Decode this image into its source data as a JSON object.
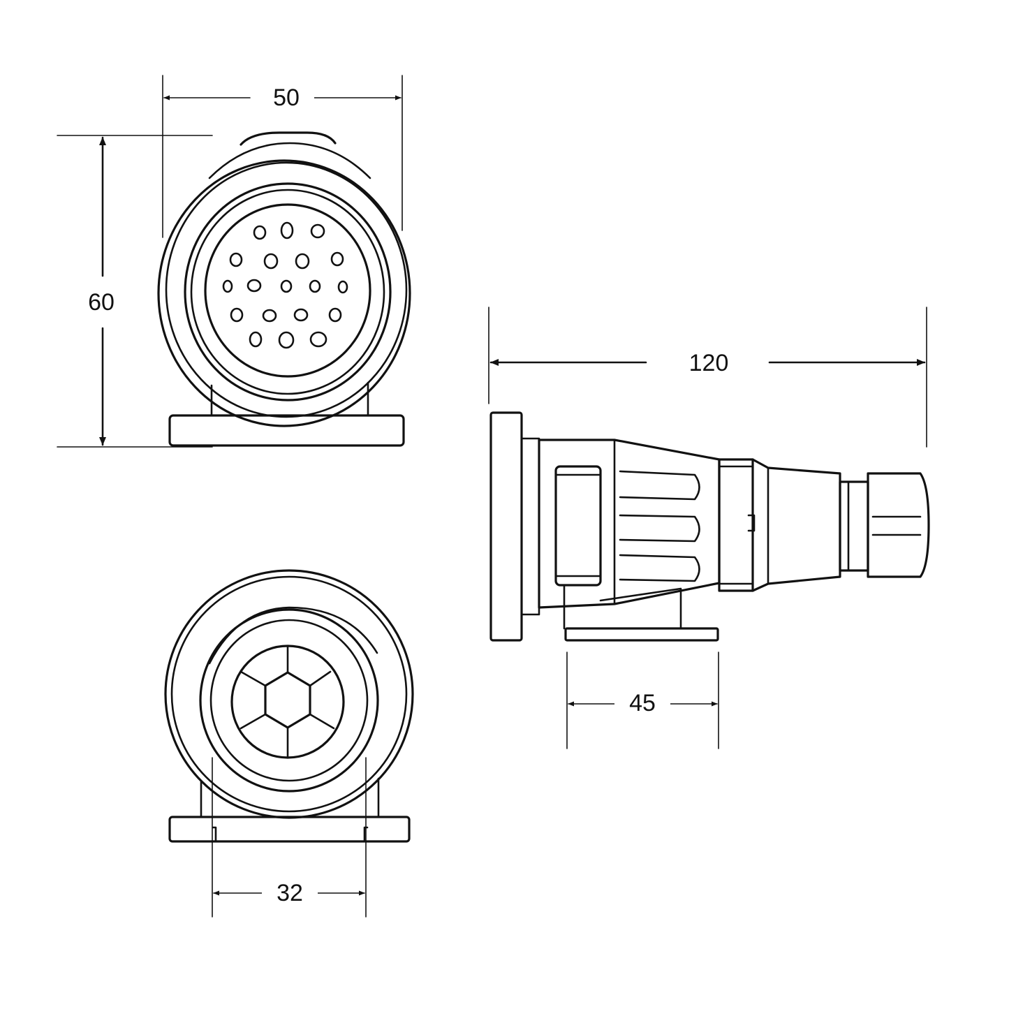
{
  "dimensions": {
    "width_front": "50",
    "height_front": "60",
    "length_side": "120",
    "base_side": "45",
    "base_rear": "32"
  },
  "colors": {
    "line": "#111111",
    "background": "#ffffff"
  }
}
